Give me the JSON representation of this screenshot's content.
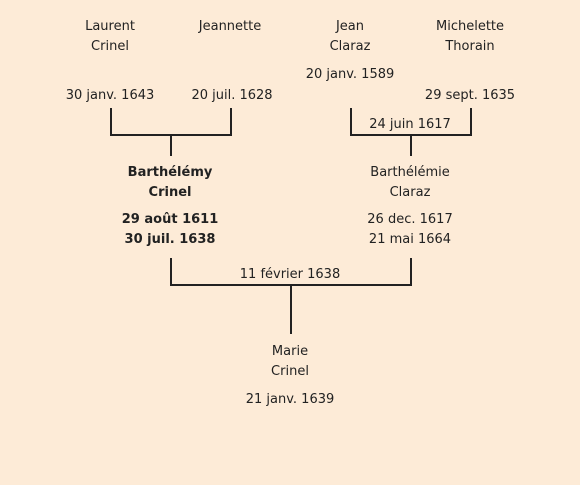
{
  "grandparents": {
    "laurent": {
      "first": "Laurent",
      "last": "Crinel",
      "date": "30 janv. 1643"
    },
    "jeannette": {
      "first": "Jeannette",
      "date": "20 juil. 1628"
    },
    "jean": {
      "first": "Jean",
      "last": "Claraz",
      "date": "20 janv. 1589"
    },
    "michelette": {
      "first": "Michelette",
      "last": "Thorain",
      "date": "29 sept. 1635"
    }
  },
  "marriage_claraz": "24 juin 1617",
  "parents": {
    "barthelemy": {
      "first": "Barthélémy",
      "last": "Crinel",
      "birth": "29 août 1611",
      "death": "30 juil. 1638"
    },
    "barthelemie": {
      "first": "Barthélémie",
      "last": "Claraz",
      "birth": "26 dec. 1617",
      "death": "21 mai 1664"
    }
  },
  "marriage_parents": "11 février 1638",
  "child": {
    "first": "Marie",
    "last": "Crinel",
    "birth": "21 janv. 1639"
  }
}
